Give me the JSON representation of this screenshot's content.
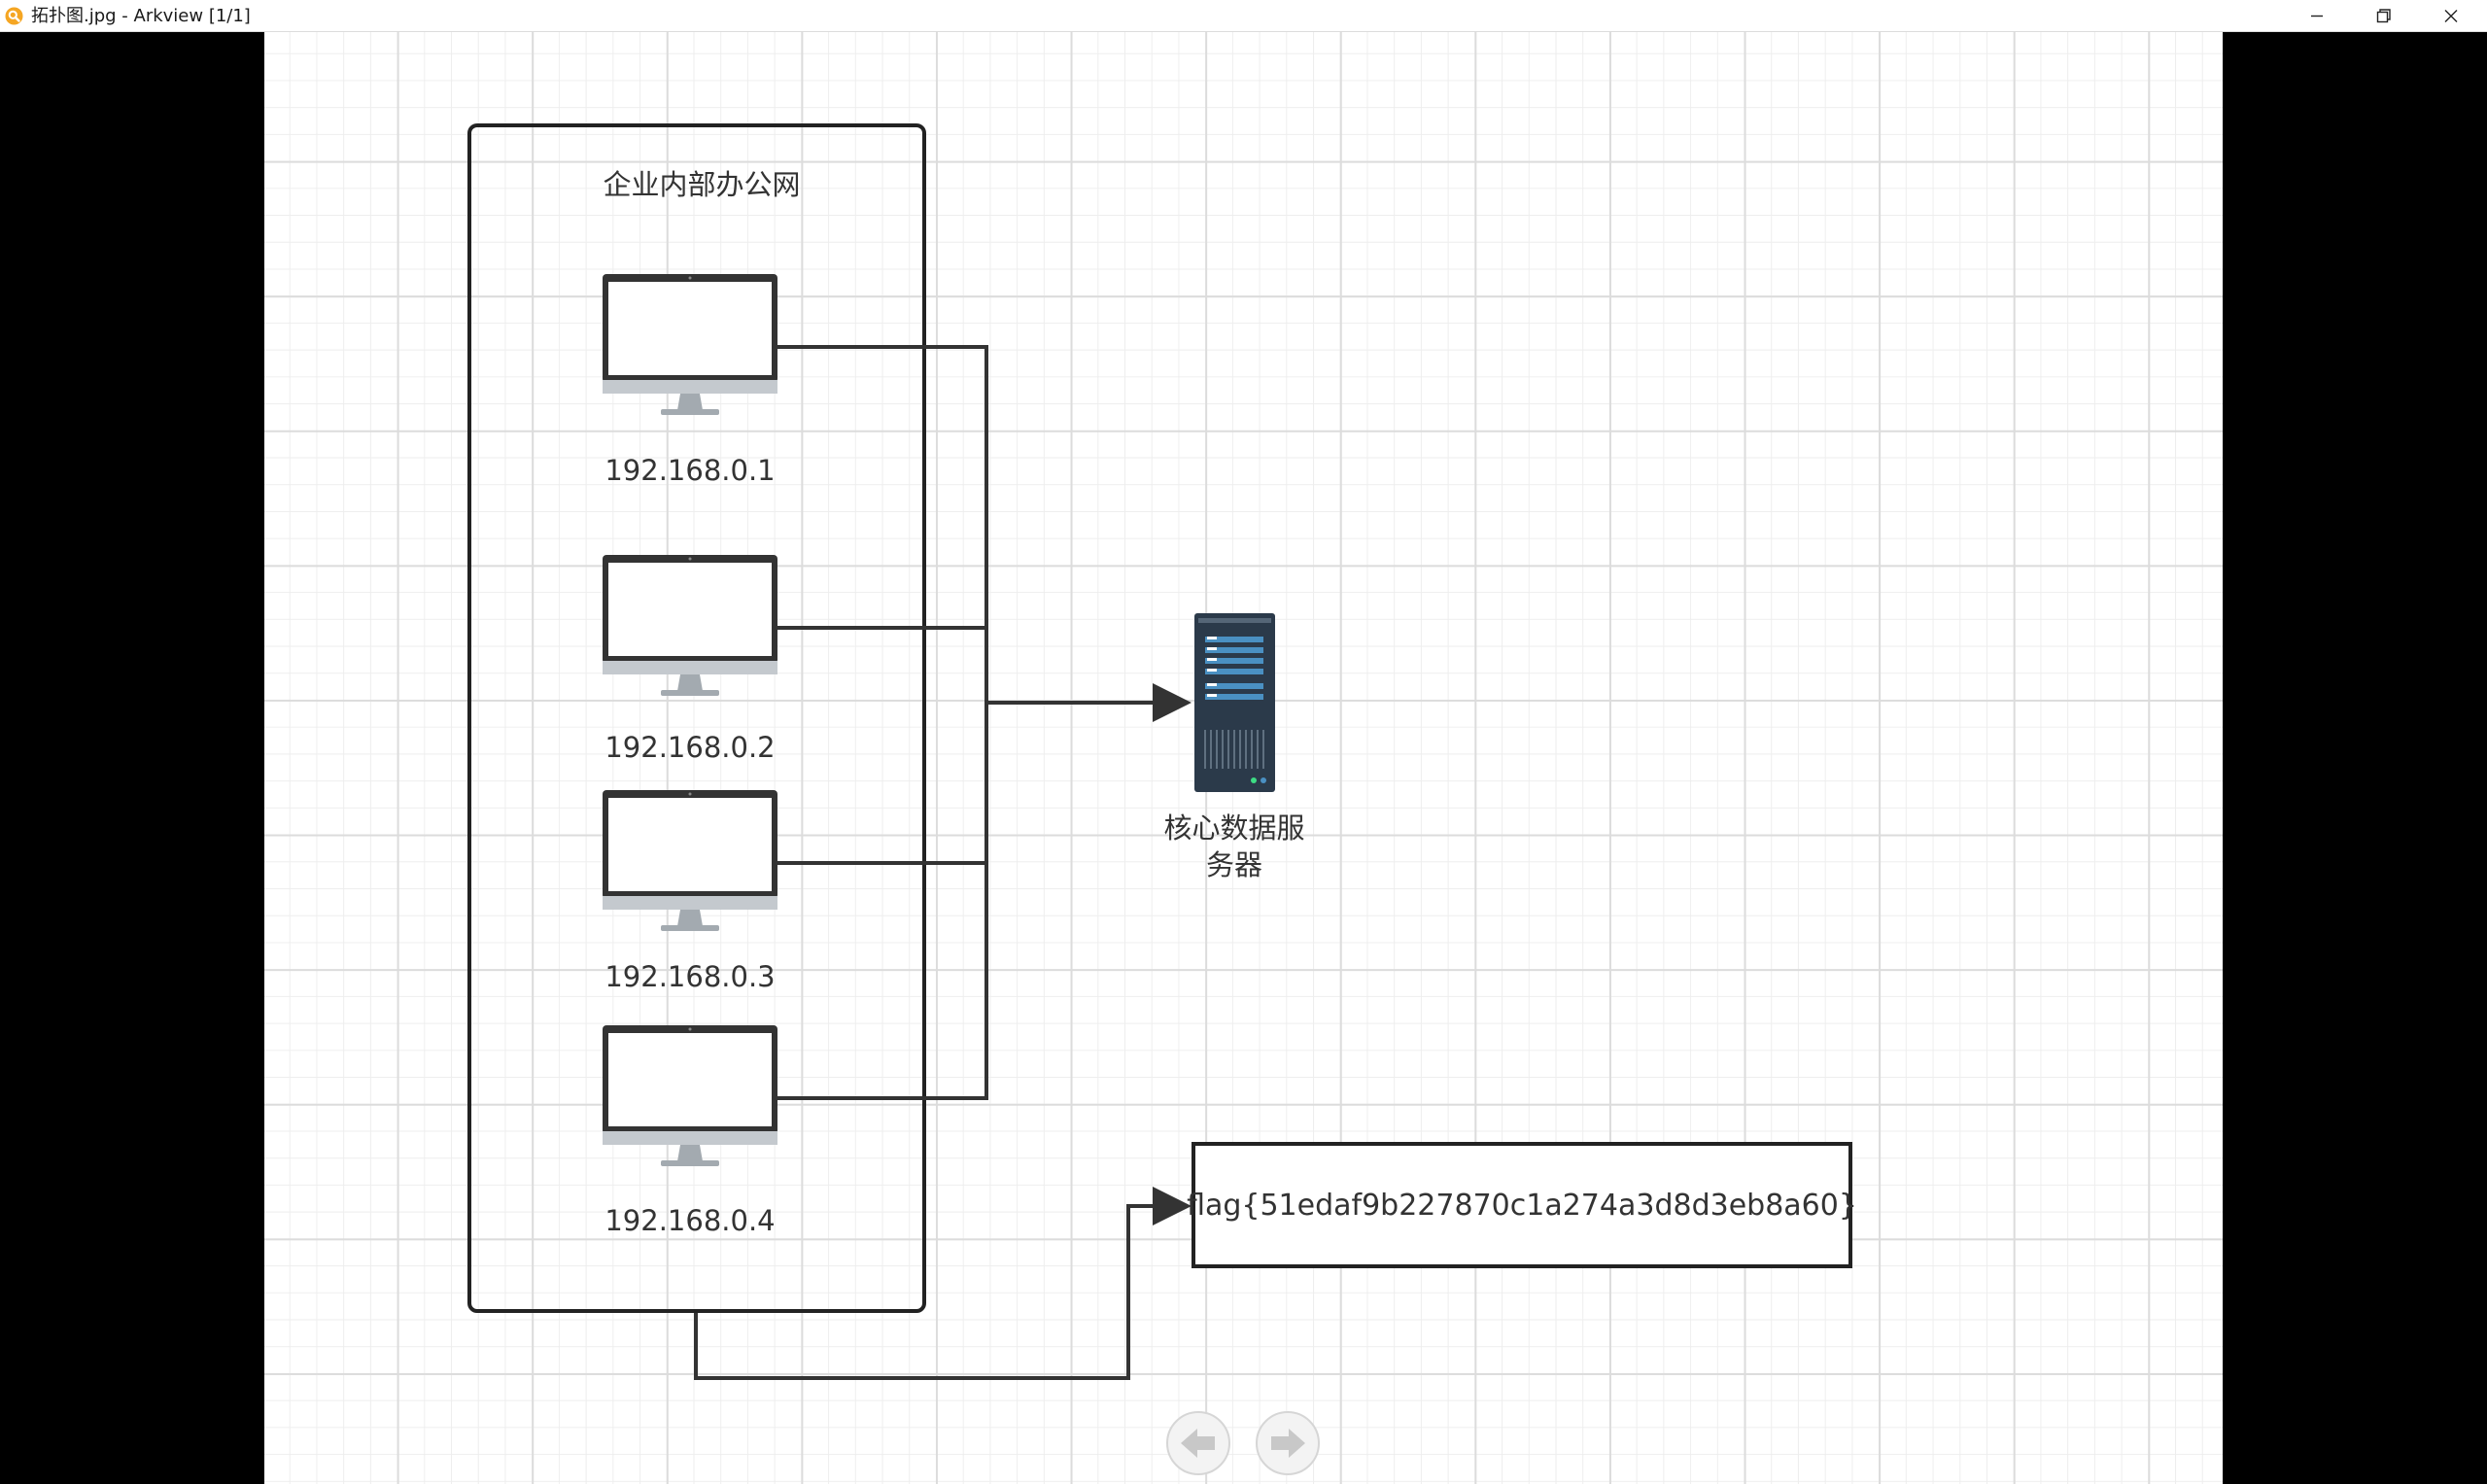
{
  "window": {
    "title": "拓扑图.jpg - Arkview [1/1]",
    "icon": "arkview-app-icon",
    "controls": [
      "minimize-icon",
      "restore-icon",
      "close-icon"
    ]
  },
  "diagram": {
    "group_title": "企业内部办公网",
    "computers": [
      {
        "ip": "192.168.0.1"
      },
      {
        "ip": "192.168.0.2"
      },
      {
        "ip": "192.168.0.3"
      },
      {
        "ip": "192.168.0.4"
      }
    ],
    "server": {
      "label_line1": "核心数据服",
      "label_line2": "务器"
    },
    "flag_box": {
      "text": "flag{51edaf9b227870c1a274a3d8d3eb8a60}"
    }
  },
  "navigation": {
    "prev_icon": "arrow-left-icon",
    "next_icon": "arrow-right-icon"
  },
  "colors": {
    "accent": "#f5a623",
    "line": "#333333",
    "server_body": "#2b3a4a",
    "server_slot": "#4a90c2"
  }
}
